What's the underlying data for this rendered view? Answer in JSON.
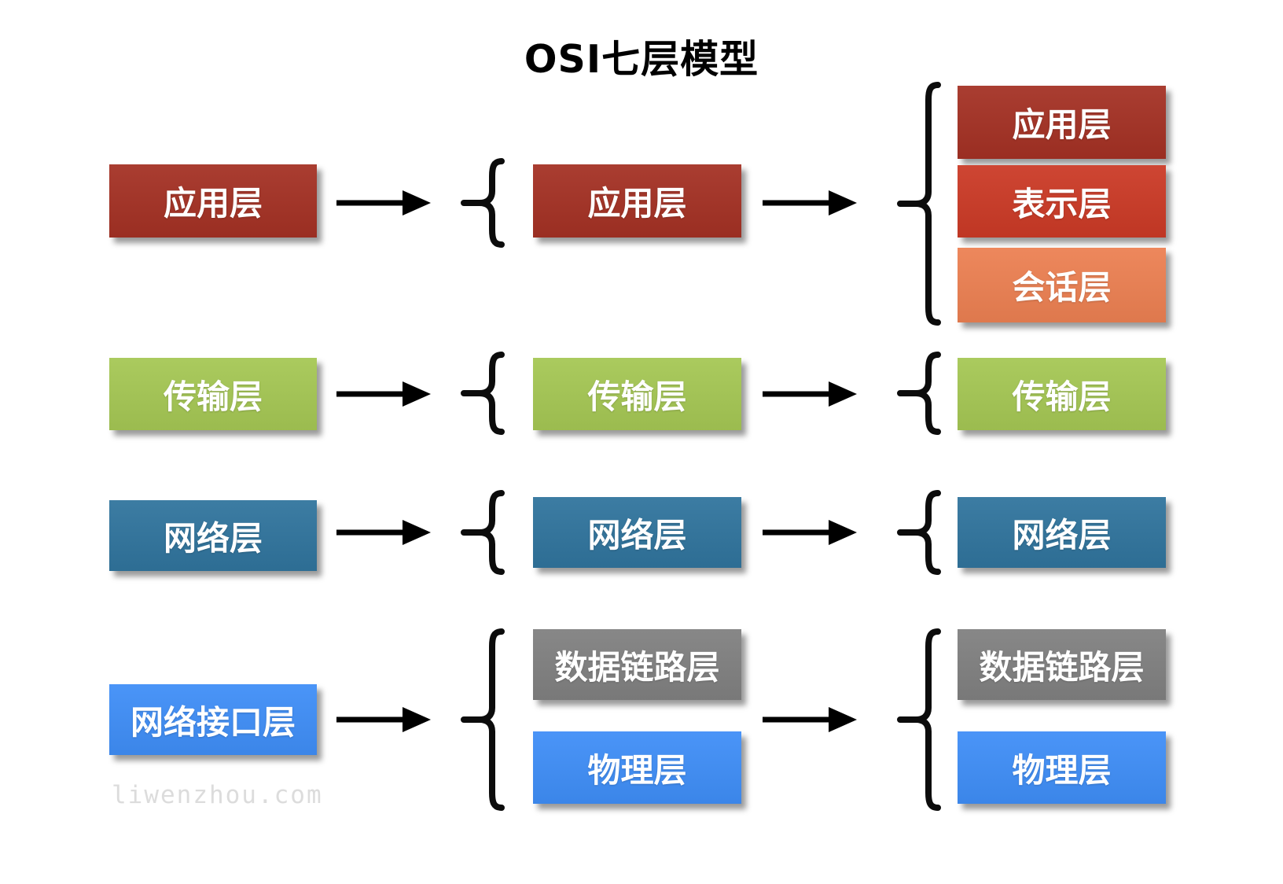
{
  "title": "OSI七层模型",
  "watermark": "liwenzhou.com",
  "palette": {
    "dark_red": "#A43124",
    "red": "#CB3A26",
    "orange": "#EC8052",
    "green": "#A5C754",
    "steel_blue": "#30749D",
    "bright_blue": "#3F8EF7",
    "gray": "#808080",
    "line_black": "#000000",
    "watermark_gray": "#DCDCDC"
  },
  "icons": {
    "flow": "right-arrow-icon",
    "grouping": "curly-brace-icon"
  },
  "columns": [
    {
      "name": "four-layer-model",
      "boxes": [
        {
          "label": "应用层",
          "color": "dark_red"
        },
        {
          "label": "传输层",
          "color": "green"
        },
        {
          "label": "网络层",
          "color": "steel_blue"
        },
        {
          "label": "网络接口层",
          "color": "bright_blue"
        }
      ]
    },
    {
      "name": "five-layer-model",
      "boxes": [
        {
          "label": "应用层",
          "color": "dark_red"
        },
        {
          "label": "传输层",
          "color": "green"
        },
        {
          "label": "网络层",
          "color": "steel_blue"
        },
        {
          "label": "数据链路层",
          "color": "gray"
        },
        {
          "label": "物理层",
          "color": "bright_blue"
        }
      ]
    },
    {
      "name": "osi-seven-layer-model",
      "boxes": [
        {
          "label": "应用层",
          "color": "dark_red"
        },
        {
          "label": "表示层",
          "color": "red"
        },
        {
          "label": "会话层",
          "color": "orange"
        },
        {
          "label": "传输层",
          "color": "green"
        },
        {
          "label": "网络层",
          "color": "steel_blue"
        },
        {
          "label": "数据链路层",
          "color": "gray"
        },
        {
          "label": "物理层",
          "color": "bright_blue"
        }
      ]
    }
  ]
}
